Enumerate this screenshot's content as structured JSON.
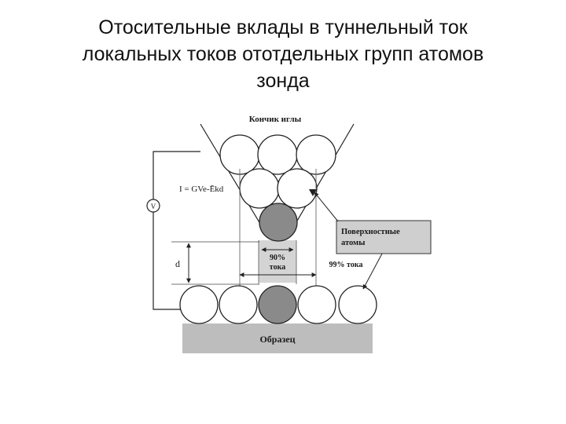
{
  "slide": {
    "title_lines": [
      "Отосительные вклады в туннельный ток",
      "локальных токов ототдельных групп атомов",
      "зонда"
    ]
  },
  "diagram": {
    "tip_label": "Кончик иглы",
    "formula": "I = GVe-Ēkd",
    "voltmeter": "V",
    "distance_label": "d",
    "surface_atoms_label": [
      "Поверхностные",
      "атомы"
    ],
    "current_90": [
      "90%",
      "тока"
    ],
    "current_99": "99% тока",
    "sample_label": "Образец"
  },
  "colors": {
    "atom_fill": "#ffffff",
    "active_atom_fill": "#8a8a8a",
    "sample_fill": "#bdbdbd",
    "label_box_fill": "#cfcfcf",
    "channel_fill": "#d4d4d4",
    "stroke": "#222222"
  }
}
